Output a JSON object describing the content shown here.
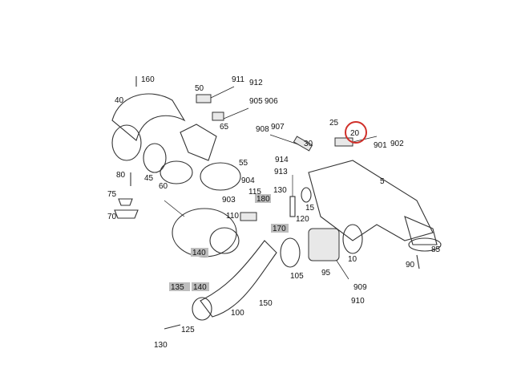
{
  "diagram": {
    "title": "Intake manifold / turbocharger parts diagram",
    "highlight_color": "#d0302a",
    "highlighted_part": "20",
    "labels": [
      "160",
      "40",
      "50",
      "911",
      "912",
      "905",
      "906",
      "65",
      "908",
      "907",
      "25",
      "20",
      "901",
      "902",
      "30",
      "914",
      "913",
      "5",
      "55",
      "904",
      "80",
      "45",
      "60",
      "75",
      "903",
      "115",
      "130",
      "180",
      "110",
      "70",
      "15",
      "120",
      "170",
      "140",
      "135",
      "140",
      "10",
      "105",
      "95",
      "85",
      "90",
      "909",
      "910",
      "150",
      "100",
      "125",
      "130"
    ]
  }
}
